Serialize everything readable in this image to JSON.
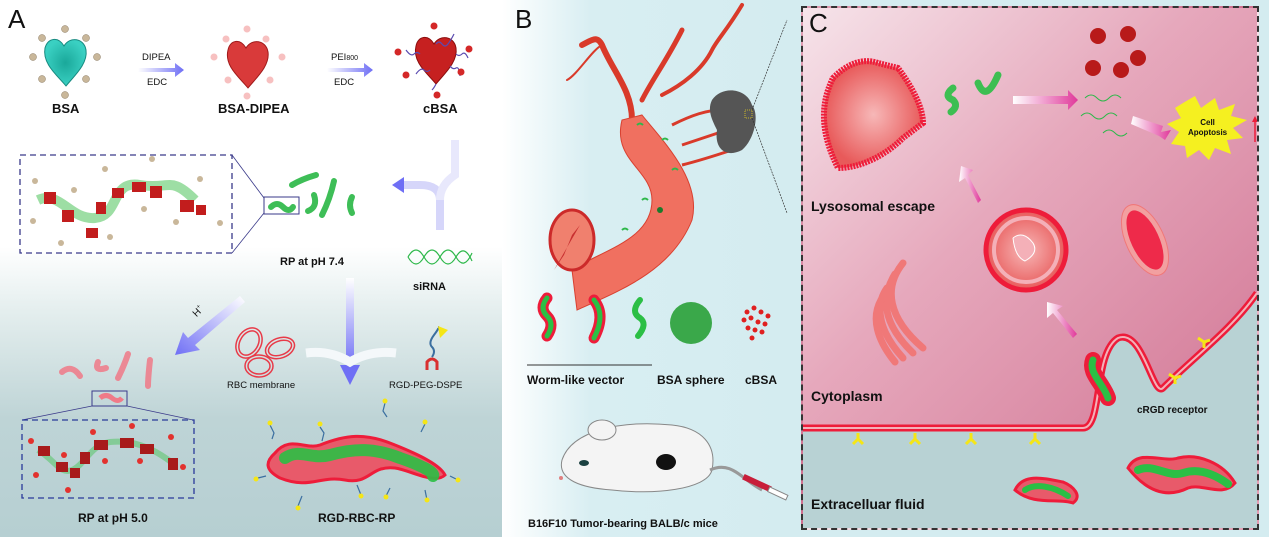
{
  "figure": {
    "panels": [
      {
        "letter": "A"
      },
      {
        "letter": "B"
      },
      {
        "letter": "C"
      }
    ]
  },
  "panelA": {
    "synthesis": {
      "bsa": "BSA",
      "bsa_dipea": "BSA-DIPEA",
      "cbsa": "cBSA",
      "step1_top": "DIPEA",
      "step1_bottom": "EDC",
      "step2_top": "PEI",
      "step2_top_sub": "800",
      "step2_bottom": "EDC"
    },
    "rp_ph74": "RP at pH 7.4",
    "sirna": "siRNA",
    "proton": "H",
    "proton_sup": "+",
    "rbc_membrane": "RBC membrane",
    "rgd_peg_dspe": "RGD-PEG-DSPE",
    "rp_ph50": "RP at pH 5.0",
    "rgd_rbc_rp": "RGD-RBC-RP"
  },
  "panelB": {
    "worm_like_vector": "Worm-like vector",
    "bsa_sphere": "BSA sphere",
    "cbsa": "cBSA",
    "mice": "B16F10 Tumor-bearing BALB/c mice"
  },
  "panelC": {
    "lysosomal_escape": "Lysosomal escape",
    "cell_apoptosis_line1": "Cell",
    "cell_apoptosis_line2": "Apoptosis",
    "cytoplasm": "Cytoplasm",
    "crgd_receptor": "cRGD receptor",
    "extracellular_fluid": "Extracelluar fluid"
  },
  "colors": {
    "arrow_blue": "#6f6ff5",
    "arrow_magenta": "#e0389a",
    "membrane_red": "#ee1c3a",
    "worm_green": "#1db33a",
    "cytoplasm": "#d47a98",
    "extracellular": "#b8d2d4",
    "ligand_yellow": "#f5e616"
  }
}
